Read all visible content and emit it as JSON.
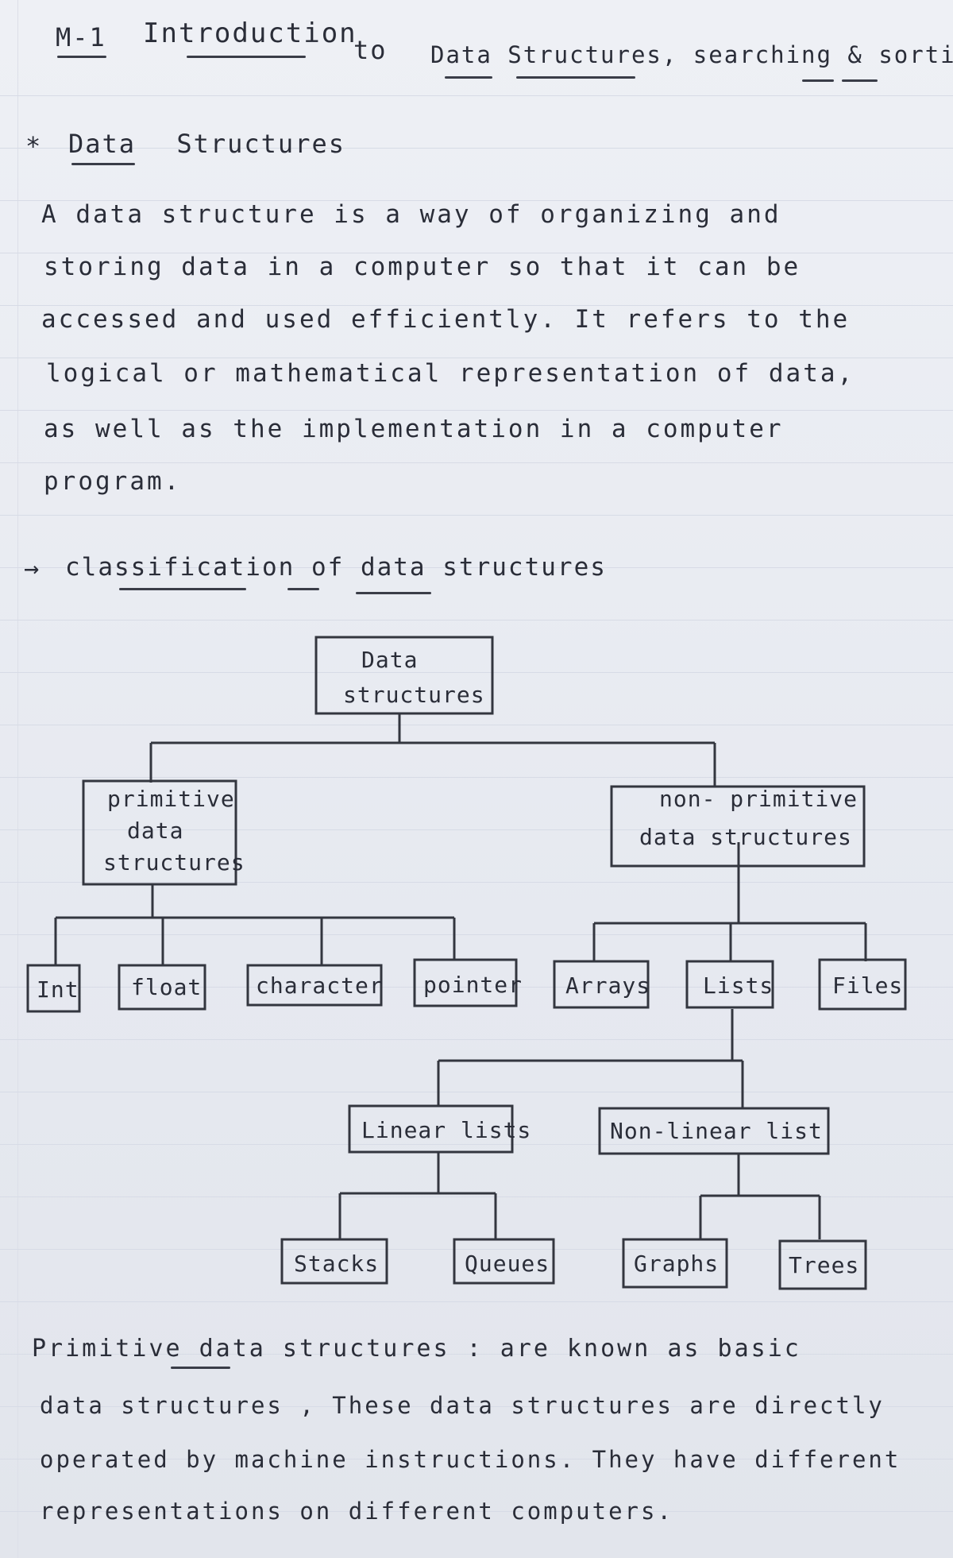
{
  "header": {
    "module": "M-1",
    "title_part1": "Introduction",
    "title_part2": "to",
    "title_part3": "Data Structures, searching & sorting"
  },
  "section": {
    "bullet": "*",
    "title": "Data Structures"
  },
  "definition": {
    "line1": "A  data  structure   is  a  way  of  organizing  and",
    "line2": "storing  data   in  a   computer   so  that  it  can be",
    "line3": "accessed  and  used  efficiently.  It  refers  to  the",
    "line4": "logical  or  mathematical  representation  of  data,",
    "line5": "as  well  as  the  implementation  in  a  computer",
    "line6": "program."
  },
  "classification": {
    "arrow": "→",
    "title": "classification  of  data  structures"
  },
  "tree": {
    "root": [
      "Data",
      "structures"
    ],
    "primitive": [
      "primitive",
      "data",
      "structures"
    ],
    "non_primitive": [
      "non- primitive",
      "data  structures"
    ],
    "int": "Int",
    "float": "float",
    "character": "character",
    "pointer": "pointer",
    "arrays": "Arrays",
    "lists": "Lists",
    "files": "Files",
    "linear": "Linear  lists",
    "nonlinear": "Non-linear  list",
    "stacks": "Stacks",
    "queues": "Queues",
    "graphs": "Graphs",
    "trees": "Trees"
  },
  "primitive_desc": {
    "line1": "Primitive  data   structures  :  are   known   as   basic",
    "line2": "data  structures , These   data   structures  are  directly",
    "line3": "operated  by  machine   instructions.  They  have  different",
    "line4": "representations   on   different   computers."
  }
}
